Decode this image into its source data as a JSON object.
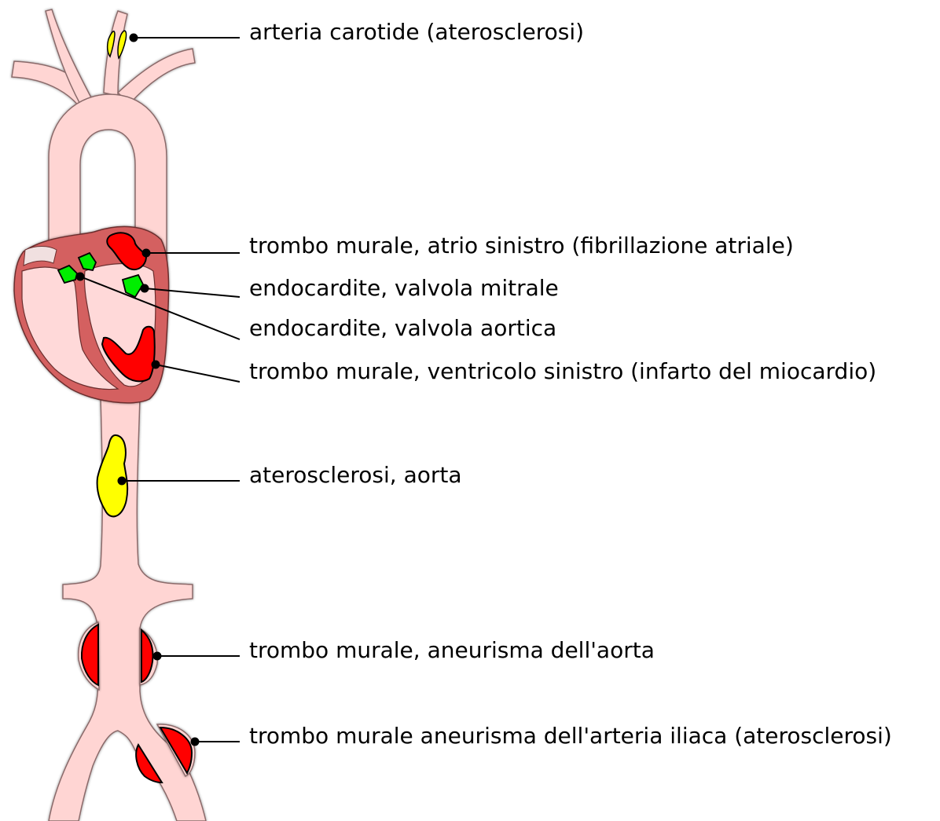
{
  "colors": {
    "vessel": "#ffd5d3",
    "vessel_outline": "#8a6a6a",
    "heart_wall": "#d46060",
    "heart_inner": "#ffd9d9",
    "thrombus": "#ff0000",
    "vegetation": "#00ee00",
    "plaque": "#ffff00",
    "leader": "#000000"
  },
  "labels": [
    {
      "id": "carotid",
      "text": "arteria carotide (aterosclerosi)"
    },
    {
      "id": "left-atrium",
      "text": "trombo murale, atrio sinistro (fibrillazione atriale)"
    },
    {
      "id": "mitral",
      "text": "endocardite, valvola mitrale"
    },
    {
      "id": "aortic-valve",
      "text": "endocardite, valvola aortica"
    },
    {
      "id": "left-ventricle",
      "text": "trombo murale, ventricolo sinistro (infarto del miocardio)"
    },
    {
      "id": "aorta-plaque",
      "text": "aterosclerosi, aorta"
    },
    {
      "id": "aortic-aneurysm",
      "text": "trombo murale, aneurisma dell'aorta"
    },
    {
      "id": "iliac-aneurysm",
      "text": "trombo murale aneurisma dell'arteria iliaca (aterosclerosi)"
    }
  ]
}
